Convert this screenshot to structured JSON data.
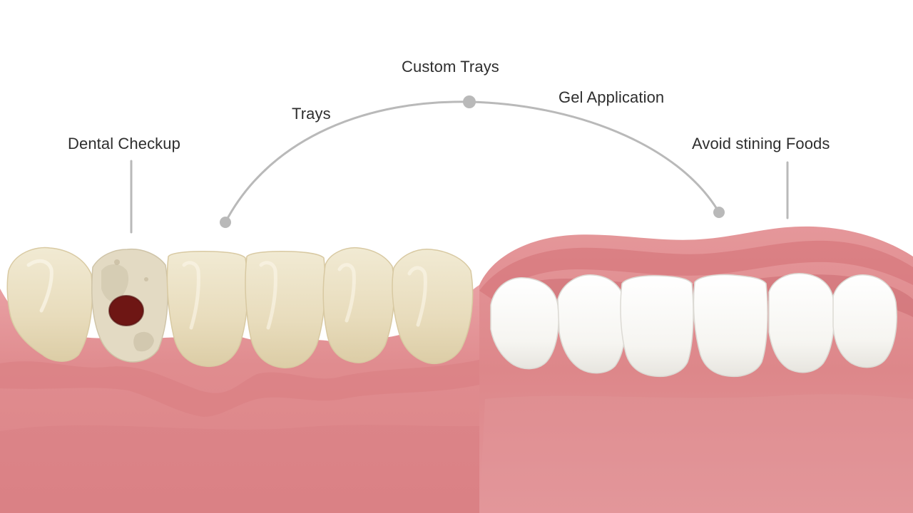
{
  "labels": {
    "custom_trays": "Custom Trays",
    "gel_application": "Gel Application",
    "trays": "Trays",
    "dental_checkup": "Dental Checkup",
    "avoid_staining": "Avoid stining Foods"
  },
  "colors": {
    "background": "#ffffff",
    "gum": "#e08c8f",
    "gum_dark": "#d27479",
    "gum_light": "#ea9fa2",
    "stained_tooth": "#e9dfc2",
    "white_tooth": "#f7f6f2",
    "cavity": "#6e1614",
    "connector": "#b9b9b9",
    "text": "#2e2e2e"
  },
  "icons": {
    "cavity": "cavity-icon",
    "connector_dot": "dot-icon"
  }
}
